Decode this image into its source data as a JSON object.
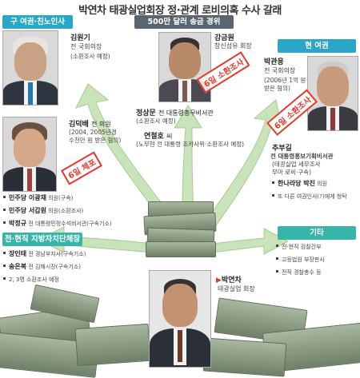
{
  "title": "박연차 태광실업회장 정·관계 로비의혹 수사 갈래",
  "sections": {
    "former_ruling": "구 여권·친노인사",
    "dollar_route": "500만 달러 송금 경위",
    "current_ruling": "현 여권",
    "local_heads": "전·현직 지방자치단체장",
    "etc": "기타"
  },
  "persons": {
    "kim_wongi": {
      "name": "김원기",
      "line1": "전 국회의장",
      "line2": "(소환조사 예정)"
    },
    "kang_geumwon": {
      "name": "강금원",
      "line1": "창신섬유 회장"
    },
    "park_gwanyong": {
      "name": "박관용",
      "line1": "전 국회의장",
      "line2": "(2006년 1억 원",
      "line3": "받은 혐의)"
    },
    "kim_deokbae": {
      "name": "김덕배",
      "role": "전 의원",
      "line1": "(2004, 2005년경",
      "line2": "수천만 원 받은 혐의)"
    },
    "jeong_sangmun": {
      "name": "정상문",
      "role": "전 대통령총무비서관",
      "line1": "(소환조사 예정)"
    },
    "yeon_cheolho": {
      "name": "연철호",
      "role": "씨",
      "line1": "(노무현 전 대통령 조카사위·소환조사 예정)"
    },
    "chu_bugil": {
      "name": "추부길",
      "line1": "전 대통령홍보기획비서관",
      "line2": "(태광실업 세무조사",
      "line3": "무마 로비·구속)"
    },
    "park_yeoncha": {
      "name": "박연차",
      "line1": "태광실업 회장"
    }
  },
  "stamps": {
    "kim_deokbae": "6일 체포",
    "kang_geumwon": "6일 소환조사",
    "park_gwanyong": "6일 소환조사"
  },
  "former_list": [
    {
      "name": "민주당 이광재",
      "rest": " 의원(구속)"
    },
    {
      "name": "민주당 서갑원",
      "rest": " 의원(소환조사)"
    },
    {
      "name": "박정규",
      "rest": " 전 대통령민정수석비서관(구속기소)"
    }
  ],
  "current_list": [
    {
      "name": "한나라당 박진",
      "rest": " 의원"
    },
    {
      "name": "",
      "rest": "또 다른 여권인사(?)에게 청탁"
    }
  ],
  "local_list": [
    {
      "name": "장인태",
      "rest": " 전 경남부지사(구속기소)"
    },
    {
      "name": "송은복",
      "rest": " 전 김해시장(구속기소)"
    },
    {
      "name": "",
      "rest": "2, 3명 소환조사 예정"
    }
  ],
  "etc_list": [
    {
      "name": "",
      "rest": "전·현직 검찰간부"
    },
    {
      "name": "",
      "rest": "고등법원 부장판사"
    },
    {
      "name": "",
      "rest": "전직 경찰총수 등"
    }
  ],
  "colors": {
    "accent_blue": "#2aa6c8",
    "accent_green": "#39b4a8",
    "dark_tag": "#5a6570",
    "stamp_red": "#e23a2e",
    "arrow_green": "#b8d9a8"
  }
}
